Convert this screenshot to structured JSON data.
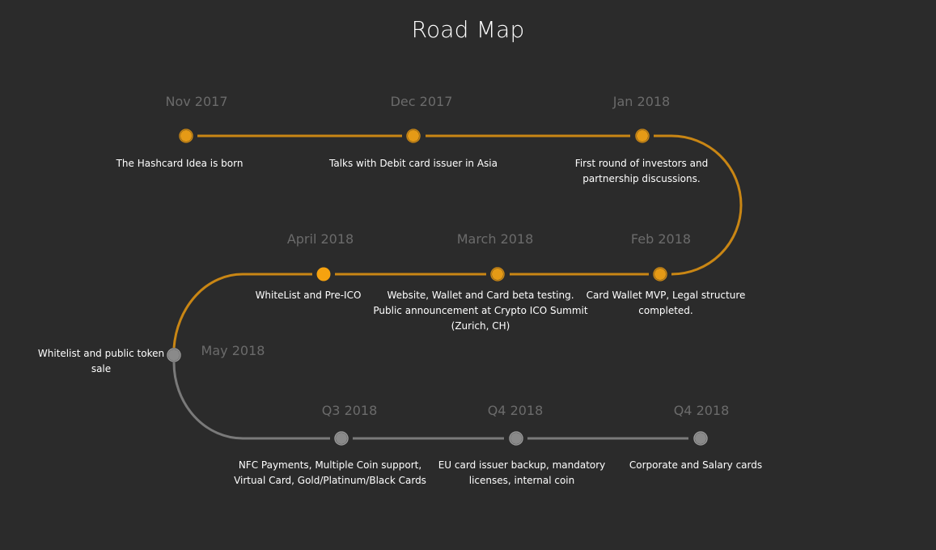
{
  "title": "Road Map",
  "colors": {
    "background": "#2b2b2b",
    "accent": "#e59a16",
    "accent_line": "#c98614",
    "future": "#8a8a8a",
    "future_line": "#7a7a7a",
    "date_text": "#6b6b6b"
  },
  "milestones": [
    {
      "date": "Nov 2017",
      "text": "The Hashcard Idea is born",
      "status": "done"
    },
    {
      "date": "Dec 2017",
      "text": "Talks with Debit card issuer in Asia",
      "status": "done"
    },
    {
      "date": "Jan 2018",
      "text": "First round of investors and partnership discussions.",
      "status": "done"
    },
    {
      "date": "Feb 2018",
      "text": "Card Wallet MVP, Legal structure completed.",
      "status": "done"
    },
    {
      "date": "March 2018",
      "text": "Website, Wallet and Card beta testing. Public announcement at Crypto ICO Summit (Zurich, CH)",
      "status": "done"
    },
    {
      "date": "April 2018",
      "text": "WhiteList and Pre-ICO",
      "status": "current"
    },
    {
      "date": "May 2018",
      "text": "Whitelist and public token sale",
      "status": "future"
    },
    {
      "date": "Q3 2018",
      "text": "NFC Payments, Multiple Coin support, Virtual Card, Gold/Platinum/Black Cards",
      "status": "future"
    },
    {
      "date": "Q4 2018",
      "text": "EU card issuer backup, mandatory licenses, internal coin",
      "status": "future"
    },
    {
      "date": "Q4 2018",
      "text": "Corporate and Salary cards",
      "status": "future"
    }
  ]
}
